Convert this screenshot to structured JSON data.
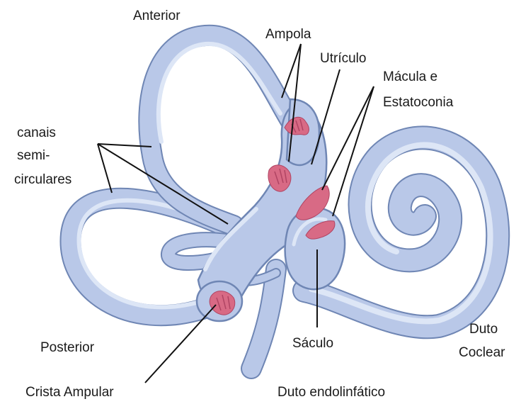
{
  "labels": {
    "anterior": "Anterior",
    "ampola": "Ampola",
    "utriculo": "Utrículo",
    "macula_line1": "Mácula e",
    "macula_line2": "Estatoconia",
    "canais_line1": "canais",
    "canais_line2": "semi-",
    "canais_line3": "circulares",
    "posterior": "Posterior",
    "crista": "Crista Ampular",
    "duto_endolinfatico": "Duto endolinfático",
    "saculo": "Sáculo",
    "duto_coclear_line1": "Duto",
    "duto_coclear_line2": "Coclear"
  },
  "colors": {
    "membrane_fill": "#b9c8e8",
    "membrane_outline": "#6f86b4",
    "sensory_pink": "#d86a85",
    "leader_lines": "#111111"
  }
}
